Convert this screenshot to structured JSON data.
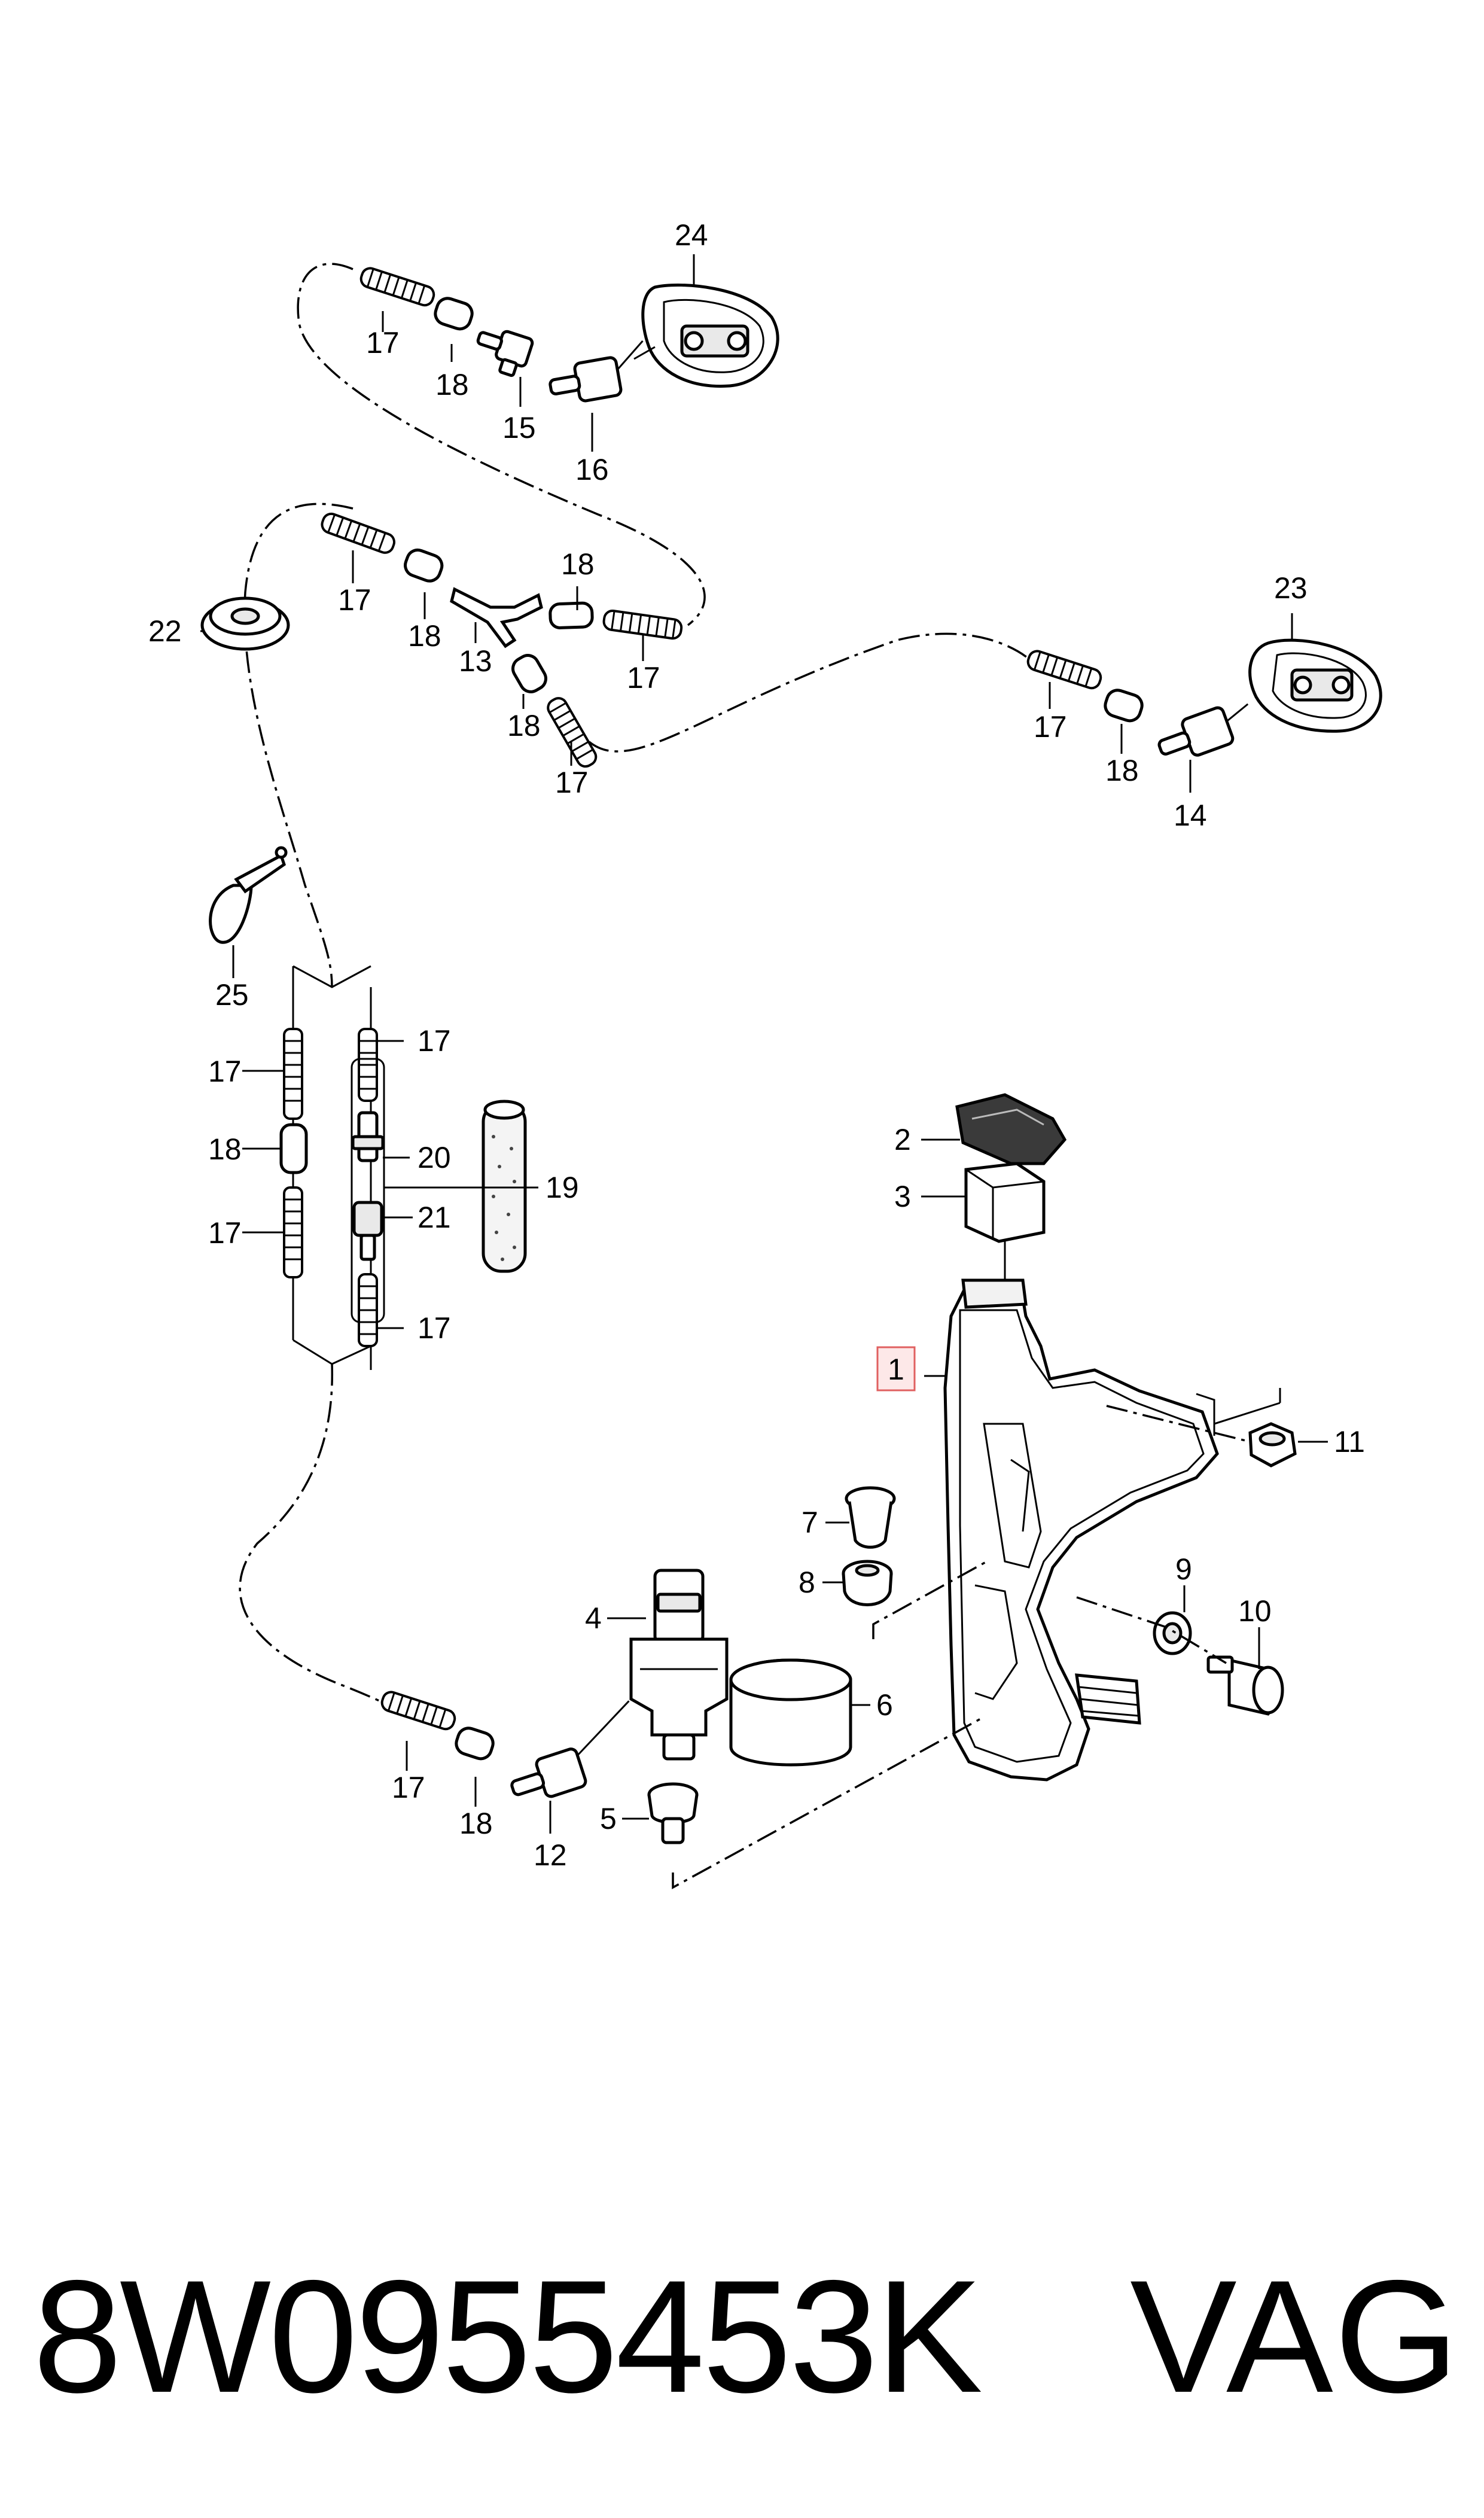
{
  "footer": {
    "part_number": "8W0955453K",
    "brand": "VAG"
  },
  "callouts": {
    "c1": "1",
    "c2": "2",
    "c3": "3",
    "c4": "4",
    "c5": "5",
    "c6": "6",
    "c7": "7",
    "c8": "8",
    "c9": "9",
    "c10": "10",
    "c11": "11",
    "c12": "12",
    "c13": "13",
    "c14": "14",
    "c15": "15",
    "c16": "16",
    "c17": "17",
    "c18": "18",
    "c19": "19",
    "c20": "20",
    "c21": "21",
    "c22": "22",
    "c23": "23",
    "c24": "24",
    "c25": "25"
  },
  "colors": {
    "highlight_border": "#e06060",
    "highlight_fill": "#fde8e8"
  }
}
